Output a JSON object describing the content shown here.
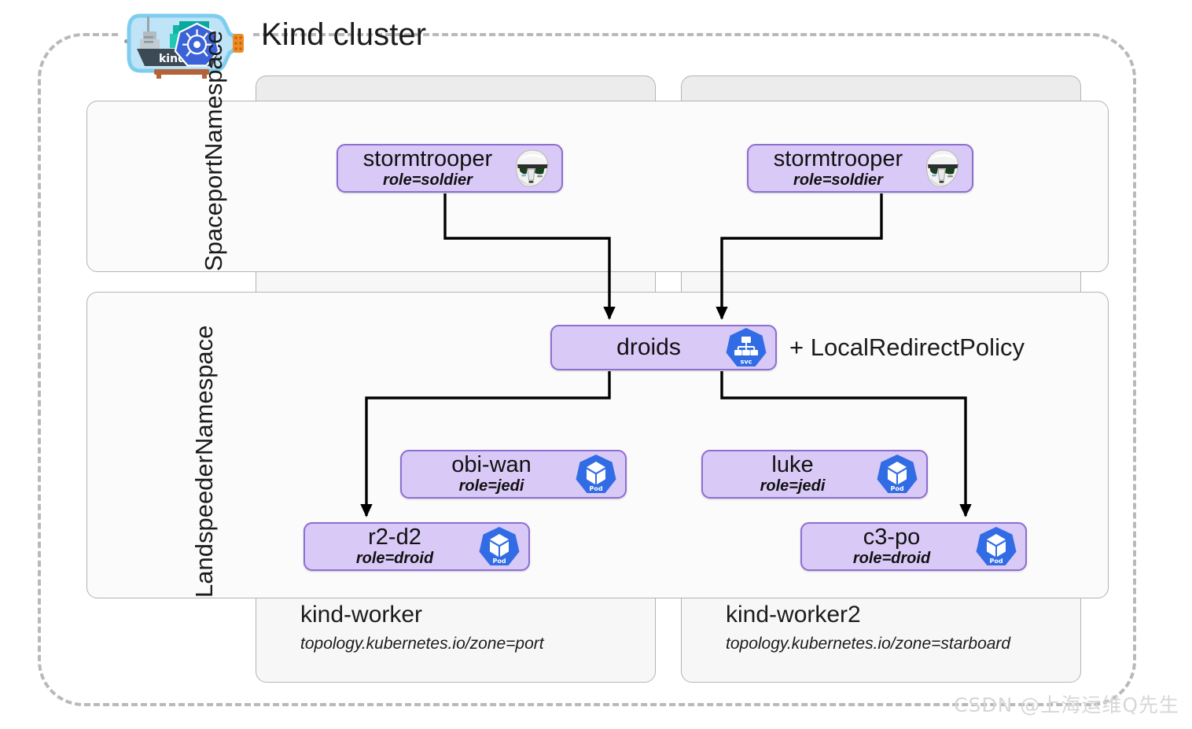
{
  "cluster": {
    "title": "Kind cluster",
    "logo_icon": "kind-ship-in-bottle-logo",
    "boundary_style": "dashed"
  },
  "namespaces": [
    {
      "id": "spaceport",
      "line1": "Spaceport",
      "line2": "Namespace"
    },
    {
      "id": "landspeeder",
      "line1": "Landspeeder",
      "line2": "Namespace"
    }
  ],
  "nodes": [
    {
      "id": "kind-worker",
      "name": "kind-worker",
      "zone_label": "topology.kubernetes.io/zone=port"
    },
    {
      "id": "kind-worker2",
      "name": "kind-worker2",
      "zone_label": "topology.kubernetes.io/zone=starboard"
    }
  ],
  "resources": {
    "stormtrooper_1": {
      "name": "stormtrooper",
      "label": "role=soldier",
      "icon": "stormtrooper-helmet-icon",
      "kind": "pod"
    },
    "stormtrooper_2": {
      "name": "stormtrooper",
      "label": "role=soldier",
      "icon": "stormtrooper-helmet-icon",
      "kind": "pod"
    },
    "droids": {
      "name": "droids",
      "label": "",
      "icon": "kubernetes-service-icon",
      "kind": "service"
    },
    "obi_wan": {
      "name": "obi-wan",
      "label": "role=jedi",
      "icon": "kubernetes-pod-icon",
      "kind": "pod"
    },
    "luke": {
      "name": "luke",
      "label": "role=jedi",
      "icon": "kubernetes-pod-icon",
      "kind": "pod"
    },
    "r2_d2": {
      "name": "r2-d2",
      "label": "role=droid",
      "icon": "kubernetes-pod-icon",
      "kind": "pod"
    },
    "c3_po": {
      "name": "c3-po",
      "label": "role=droid",
      "icon": "kubernetes-pod-icon",
      "kind": "pod"
    }
  },
  "annotations": {
    "policy": "+ LocalRedirectPolicy"
  },
  "watermark": "CSDN @上海运维Q先生",
  "colors": {
    "resource_fill": "#d9c9f7",
    "resource_border": "#8d6fd0",
    "node_fill": "#f7f7f7",
    "node_header": "#ececec",
    "namespace_fill": "#fbfbfb",
    "boundary": "#b9b9b9",
    "k8s_blue": "#326ce5",
    "arrow": "#000000"
  }
}
